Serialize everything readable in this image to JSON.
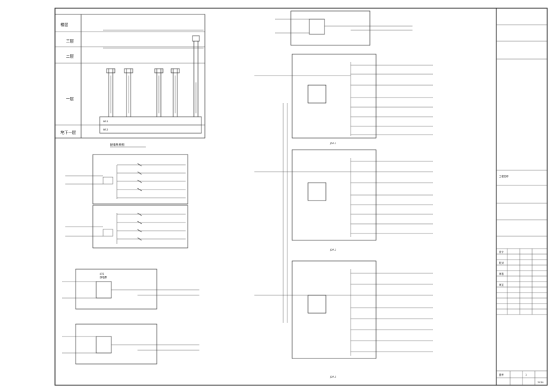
{
  "riser": {
    "header": "楼层",
    "floors": [
      "三层",
      "二层",
      "一层",
      "地下一层"
    ],
    "header_note": "",
    "bus_labels": [
      "WL1",
      "WL2"
    ],
    "title": "配电系统图"
  },
  "lv_box": {
    "title": "ATS",
    "sub": "双电源"
  },
  "schematic": {
    "labels": [
      "JDP-1",
      "JDP-2",
      "JDP-3"
    ]
  },
  "title_block": {
    "rows": [
      "工程名称",
      "设计",
      "校对",
      "审核",
      "审定",
      "图号"
    ],
    "sheet": "1",
    "date": "2014"
  },
  "colors": {
    "line": "#111111",
    "background": "#ffffff"
  }
}
